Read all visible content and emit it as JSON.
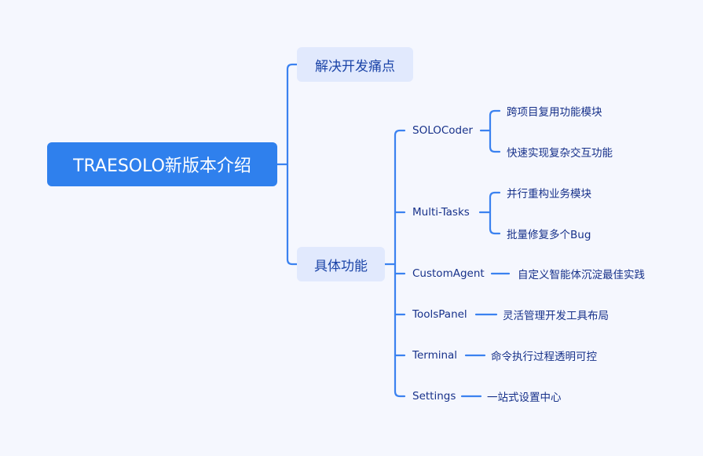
{
  "root": {
    "label": "TRAESOLO新版本介绍"
  },
  "branches": [
    {
      "label": "解决开发痛点"
    },
    {
      "label": "具体功能",
      "features": [
        {
          "label": "SOLOCoder",
          "children": [
            "跨项目复用功能模块",
            "快速实现复杂交互功能"
          ]
        },
        {
          "label": "Multi-Tasks",
          "children": [
            "并行重构业务模块",
            "批量修复多个Bug"
          ]
        },
        {
          "label": "CustomAgent",
          "children": [
            "自定义智能体沉淀最佳实践"
          ]
        },
        {
          "label": "ToolsPanel",
          "children": [
            "灵活管理开发工具布局"
          ]
        },
        {
          "label": "Terminal",
          "children": [
            "命令执行过程透明可控"
          ]
        },
        {
          "label": "Settings",
          "children": [
            "一站式设置中心"
          ]
        }
      ]
    }
  ],
  "colors": {
    "line": "#3b82f0",
    "root": "#2f80ed",
    "branch_bg": "#e1e9fd",
    "text": "#17318a"
  }
}
